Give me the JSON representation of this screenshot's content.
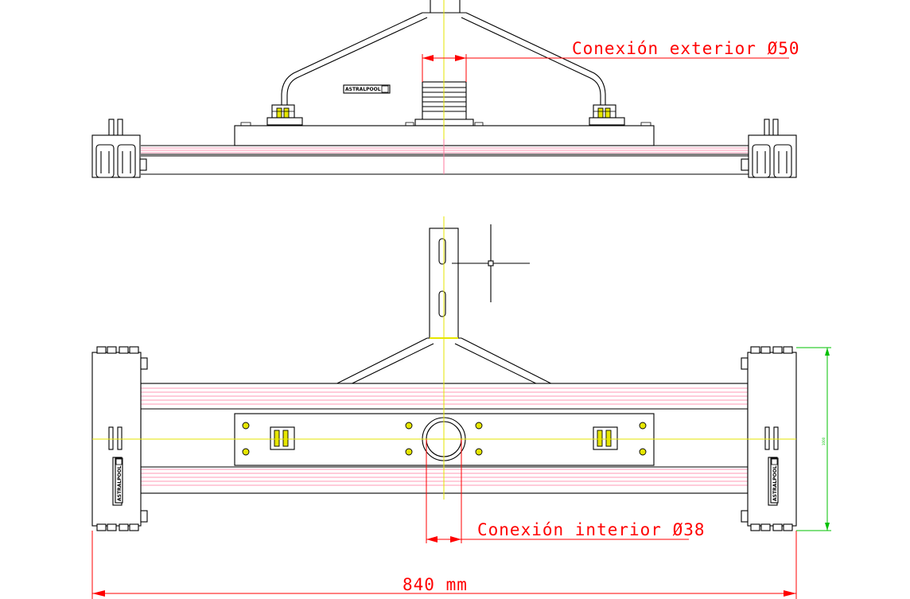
{
  "drawing": {
    "label_ext": "Conexión  exterior  Ø50",
    "label_int": "Conexión  interior  Ø38",
    "label_width": "840  mm",
    "label_height": "1000",
    "brand": "ASTRALPOOL",
    "colors": {
      "dimension": "#ff0000",
      "axis": "#e6e600",
      "rail": "#ff7a9c",
      "height_dimension": "#00c000"
    }
  }
}
